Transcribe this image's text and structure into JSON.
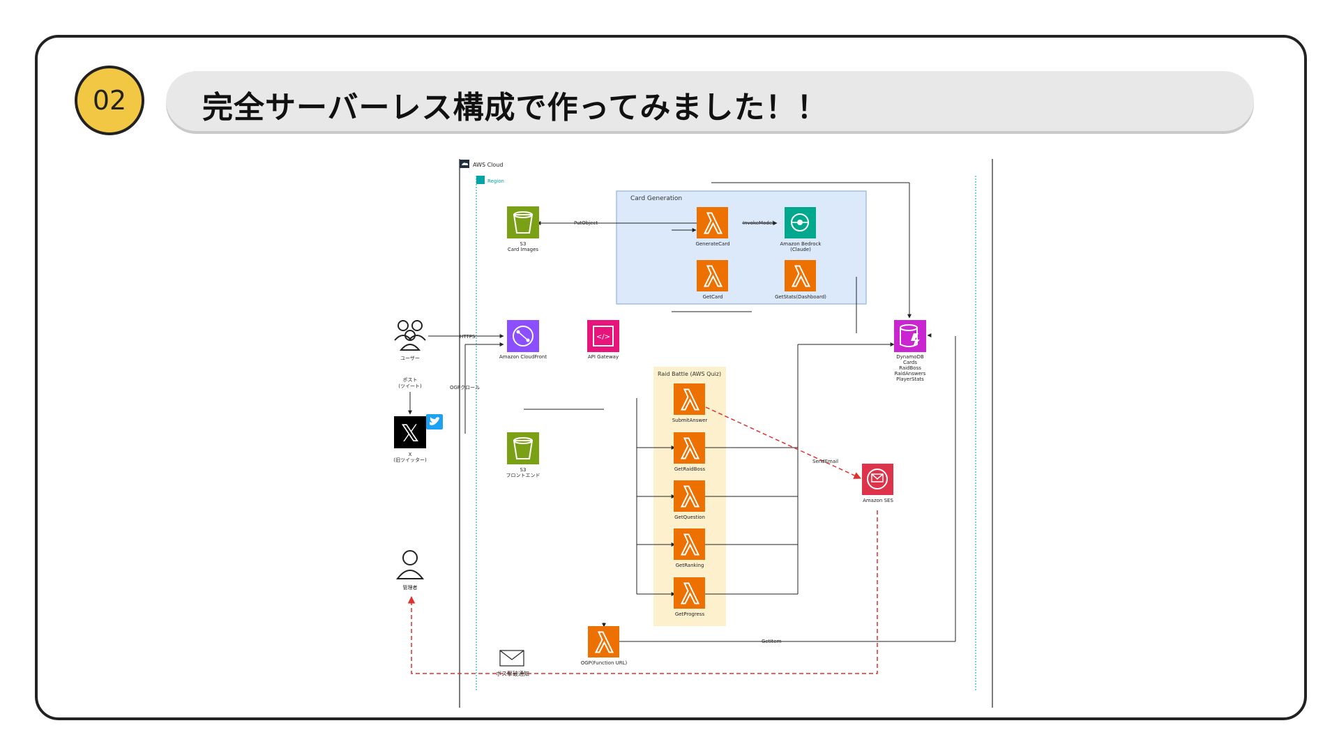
{
  "slide": {
    "number": "02",
    "title": "完全サーバーレス構成で作ってみました！！"
  },
  "diagram": {
    "aws_cloud_label": "AWS Cloud",
    "region_label": "Region",
    "card_generation_group": "Card Generation",
    "raid_battle_group": "Raid Battle (AWS Quiz)",
    "nodes": {
      "s3_card_images": "Card Images",
      "s3_card_images_prefix": "S3",
      "lambda_generate_card": "GenerateCard",
      "bedrock": "Amazon Bedrock",
      "bedrock_sub": "(Claude)",
      "lambda_get_card": "GetCard",
      "lambda_get_stats": "GetStats(Dashboard)",
      "users": "ユーザー",
      "cloudfront": "Amazon CloudFront",
      "api_gateway": "API Gateway",
      "dynamodb_title": "DynamoDB",
      "dynamodb_tables": [
        "Cards",
        "RaidBoss",
        "RaidAnswers",
        "PlayerStats"
      ],
      "post_tweet": "ポスト",
      "post_tweet_sub": "(ツイート)",
      "x_label": "X",
      "x_sub": "(旧ツイッター)",
      "s3_frontend_prefix": "S3",
      "s3_frontend": "フロントエンド",
      "lambda_submit_answer": "SubmitAnswer",
      "lambda_get_raid_boss": "GetRaidBoss",
      "lambda_get_question": "GetQuestion",
      "lambda_get_ranking": "GetRanking",
      "lambda_get_progress": "GetProgress",
      "ses": "Amazon SES",
      "admin": "管理者",
      "lambda_ogp": "OGP(Function URL)",
      "mail_notice": "ボス撃破通知"
    },
    "edges": {
      "put_object": "PutObject",
      "invoke_model": "InvokeModel",
      "https": "HTTPS",
      "ogp_crawl": "OGPクロール",
      "send_email": "SendEmail",
      "get_item": "GetItem"
    }
  },
  "colors": {
    "badge": "#f2c744",
    "title_bg": "#e8e8e8",
    "lambda": "#ed7100",
    "s3": "#7aa116",
    "bedrock": "#01a88d",
    "cloudfront": "#8c4fff",
    "api_gateway": "#e7157b",
    "dynamodb": "#c925d1",
    "ses": "#dd344c",
    "card_group_bg": "#dbe9fa",
    "raid_group_bg": "#fdf0cc",
    "dashed_red": "#e03030"
  }
}
